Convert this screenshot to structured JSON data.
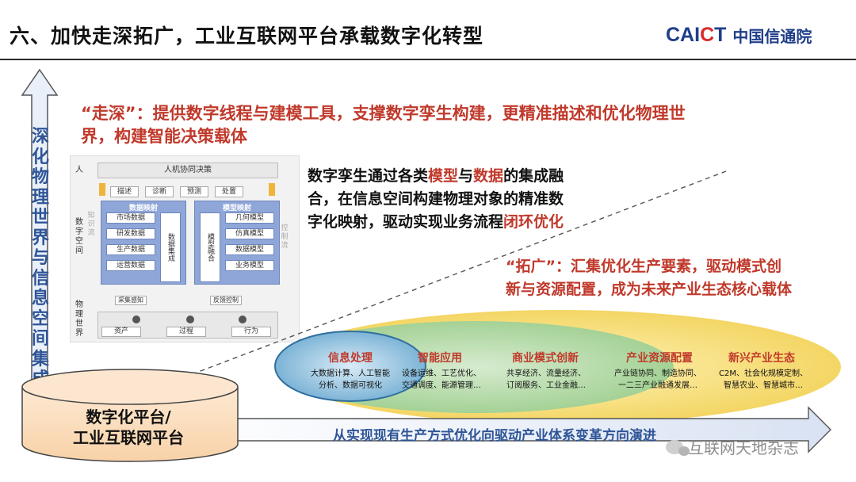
{
  "title": "六、加快走深拓广，工业互联网平台承载数字化转型",
  "logo": {
    "latin_main": "CAICT",
    "latin_text": "CAI",
    "latin_accent": "C",
    "latin_end": "T",
    "cn": "中国信通院"
  },
  "vertical_arrow_text": "深化物理世界与信息空间集成",
  "deep": "“走深”：提供数字线程与建模工具，支撑数字孪生构建，更精准描述和优化物理世界，构建智能决策载体",
  "figure": {
    "layer_human": "人",
    "layer_digital": "数字空间",
    "layer_physical": "物理世界",
    "top_bar": "人机协同决策",
    "ops": [
      "描述",
      "诊断",
      "预测",
      "处置"
    ],
    "data_map": {
      "title": "数据映射",
      "items": [
        "市场数据",
        "研发数据",
        "生产数据",
        "运营数据"
      ],
      "side": "数据集成"
    },
    "model_map": {
      "title": "模型映射",
      "items": [
        "几何模型",
        "仿真模型",
        "数据模型",
        "业务模型"
      ],
      "side": "模型融合"
    },
    "left_tag": "知识流",
    "right_tag": "控制流",
    "bottom_left": "采集感知",
    "bottom_right": "反馈控制",
    "physical_items": [
      "资产",
      "过程",
      "行为"
    ]
  },
  "twin": {
    "p1": "数字孪生通过各类",
    "h1": "模型",
    "p2": "与",
    "h2": "数据",
    "p3": "的集成融合，在信息空间构建物理对象的精准数字化映射，驱动实现业务流程",
    "h3": "闭环优化"
  },
  "broad": {
    "line1": "“拓广”：汇集优化生产要素，驱动模式创",
    "line2": "新与资源配置，成为未来产业生态核心载体"
  },
  "ellipses": [
    {
      "label": "信息处理",
      "desc1": "大数据计算、人工智能",
      "desc2": "分析、数据可视化"
    },
    {
      "label": "智能应用",
      "desc1": "设备运维、工艺优化、",
      "desc2": "交通调度、能源管理…"
    },
    {
      "label": "商业模式创新",
      "desc1": "共享经济、流量经济、",
      "desc2": "订阅服务、工业金融…"
    },
    {
      "label": "产业资源配置",
      "desc1": "产业链协同、制造协同、",
      "desc2": "一二三产业融通发展…"
    },
    {
      "label": "新兴产业生态",
      "desc1": "C2M、社会化规模定制、",
      "desc2": "智慧农业、智慧城市…"
    }
  ],
  "cylinder": {
    "line1": "数字化平台/",
    "line2": "工业互联网平台"
  },
  "horizontal_arrow_text": "从实现现有生产方式优化向驱动产业体系变革方向演进",
  "watermark": "互联网天地杂志",
  "colors": {
    "blue": "#2f5597",
    "red": "#c0392b",
    "arrow_fill": "#d9e2f3",
    "cyl_fill": "#fbe3c9",
    "ell_blue": "#2f6f9f",
    "ell_green": "#b6d7a8",
    "ell_yellow": "#f6e27a"
  }
}
